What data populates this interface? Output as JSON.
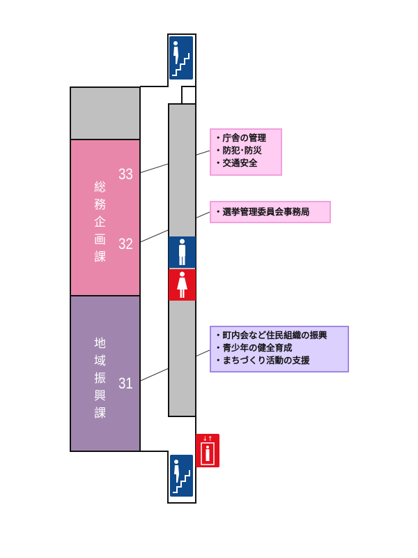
{
  "rooms": [
    {
      "name": "総務企画課",
      "chars": [
        "総",
        "務",
        "企",
        "画",
        "課"
      ],
      "numbers": [
        "33",
        "32"
      ],
      "color": "#e887a9"
    },
    {
      "name": "地域振興課",
      "chars": [
        "地",
        "域",
        "振",
        "興",
        "課"
      ],
      "numbers": [
        "31"
      ],
      "color": "#a086ae"
    }
  ],
  "callouts": [
    {
      "room": "33",
      "items": [
        "庁舎の管理",
        "防犯･防災",
        "交通安全"
      ]
    },
    {
      "room": "32",
      "items": [
        "選挙管理委員会事務局"
      ]
    },
    {
      "room": "31",
      "items": [
        "町内会など住民組織の振興",
        "青少年の健全育成",
        "まちづくり活動の支援"
      ]
    }
  ],
  "icons": {
    "stairs": "stairs-icon",
    "men": "mens-restroom-icon",
    "women": "womens-restroom-icon",
    "elevator": "elevator-icon"
  },
  "colors": {
    "gray": "#c0c0c0",
    "blue": "#0e4a8c",
    "red": "#e3101e"
  }
}
